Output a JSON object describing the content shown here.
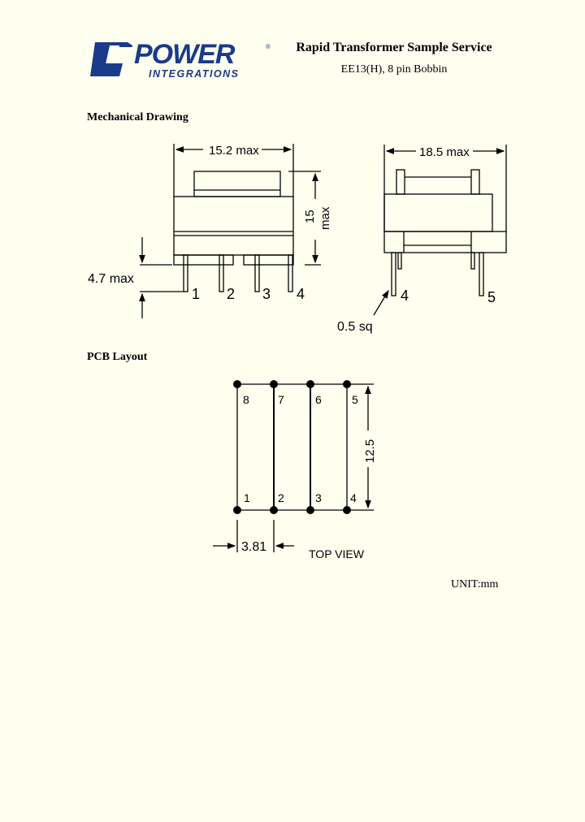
{
  "header": {
    "logo_top": "POWER",
    "logo_bottom": "INTEGRATIONS",
    "logo_reg": "®",
    "title": "Rapid Transformer Sample Service",
    "subtitle": "EE13(H), 8 pin Bobbin"
  },
  "mechanical": {
    "heading": "Mechanical Drawing",
    "front": {
      "width_label": "15.2 max",
      "height_label": "15",
      "height_unit": "max",
      "pin_len_label": "4.7 max",
      "pins": [
        "1",
        "2",
        "3",
        "4"
      ]
    },
    "side": {
      "width_label": "18.5 max",
      "pin_left": "4",
      "pin_right": "5",
      "pin_size_label": "0.5 sq"
    }
  },
  "pcb": {
    "heading": "PCB Layout",
    "top_pins": [
      "8",
      "7",
      "6",
      "5"
    ],
    "bottom_pins": [
      "1",
      "2",
      "3",
      "4"
    ],
    "height_label": "12.5",
    "pitch_label": "3.81",
    "view_label": "TOP VIEW"
  },
  "footer": {
    "unit": "UNIT:mm"
  },
  "colors": {
    "background": "#fffff0",
    "logo": "#1a3a8a"
  }
}
